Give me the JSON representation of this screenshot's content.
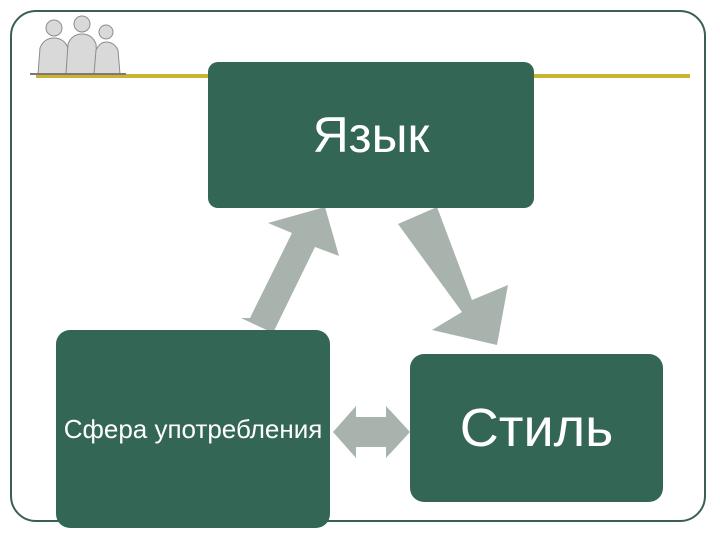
{
  "diagram": {
    "nodes": [
      {
        "id": "lang",
        "label": "Язык"
      },
      {
        "id": "sfera",
        "label": "Сфера употребления"
      },
      {
        "id": "stil",
        "label": "Стиль"
      }
    ],
    "edges": [
      {
        "from": "sfera",
        "to": "lang",
        "type": "arrow"
      },
      {
        "from": "lang",
        "to": "stil",
        "type": "arrow"
      },
      {
        "from": "sfera",
        "to": "stil",
        "type": "double-arrow"
      }
    ]
  },
  "colors": {
    "box_fill": "#336655",
    "box_text": "#ffffff",
    "arrow_fill": "#a9b3ad",
    "frame_border": "#3b5e56",
    "accent_line": "#c8b430"
  },
  "icons": {
    "corner_logo": "business-people-icon"
  }
}
